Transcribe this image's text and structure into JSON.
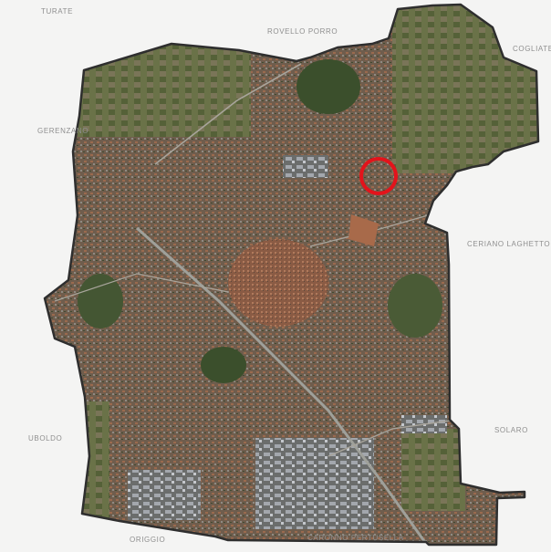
{
  "map": {
    "type": "aerial-municipal-boundary-map",
    "colors": {
      "background": "#f4f4f3",
      "boundary": "#2e2e2e",
      "urban": "#6f5d4d",
      "rooftops": "#9a6a4e",
      "green": "#40552f",
      "fields": "#6a7248",
      "industrial": "#8a8d92",
      "marker": "#e3131b",
      "label": "#8f8f8f"
    },
    "neighbors": [
      {
        "id": "turate",
        "label": "TURATE"
      },
      {
        "id": "rovello-porro",
        "label": "ROVELLO PORRO"
      },
      {
        "id": "cogliate",
        "label": "COGLIATE"
      },
      {
        "id": "gerenzano",
        "label": "GERENZANO"
      },
      {
        "id": "ceriano-laghetto",
        "label": "CERIANO LAGHETTO"
      },
      {
        "id": "solaro",
        "label": "SOLARO"
      },
      {
        "id": "uboldo",
        "label": "UBOLDO"
      },
      {
        "id": "origgio",
        "label": "ORIGGIO"
      },
      {
        "id": "caronno-pertusella",
        "label": "CARONNO PERTUSELLA"
      }
    ],
    "marker": {
      "shape": "circle",
      "meaning": "highlighted location"
    }
  }
}
